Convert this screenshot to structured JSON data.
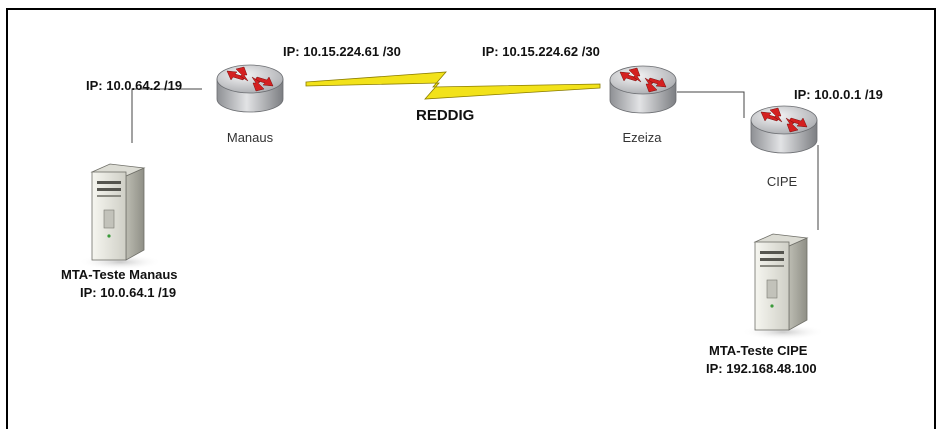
{
  "labels": {
    "ip_manaus_lan": "IP: 10.0.64.2 /19",
    "ip_manaus_wan": "IP: 10.15.224.61 /30",
    "ip_ezeiza_wan": "IP: 10.15.224.62 /30",
    "ip_cipe_lan": "IP: 10.0.0.1 /19",
    "network": "REDDIG"
  },
  "routers": {
    "manaus": "Manaus",
    "ezeiza": "Ezeiza",
    "cipe": "CIPE"
  },
  "servers": {
    "manaus": {
      "name": "MTA-Teste Manaus",
      "ip": "IP: 10.0.64.1 /19"
    },
    "cipe": {
      "name": "MTA-Teste CIPE",
      "ip": "IP: 192.168.48.100"
    }
  },
  "colors": {
    "router_body": "#c9cacd",
    "router_arrows": "#d42020",
    "link_bolt": "#f2e21a",
    "server_body": "#e6e6de"
  }
}
